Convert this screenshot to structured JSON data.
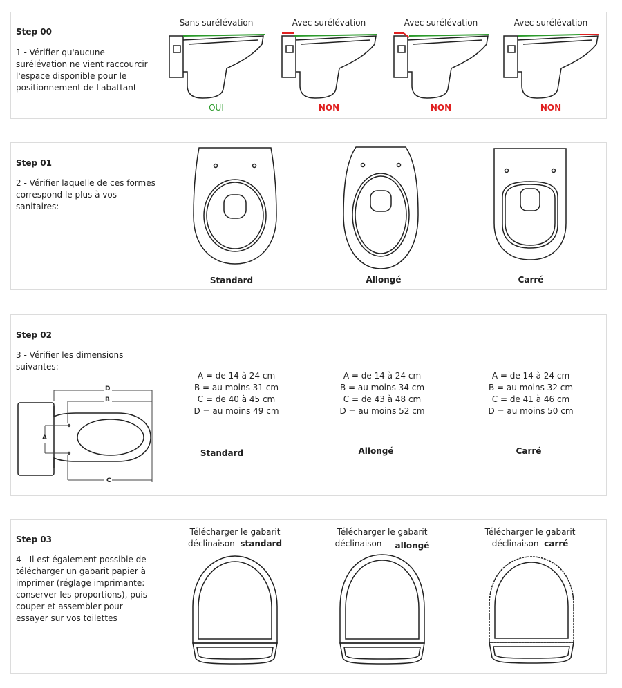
{
  "step00": {
    "title": "Step 00",
    "text": "1 - Vérifier qu'aucune\nsurélévation ne vient raccourcir\nl'espace disponible pour le\npositionnement de l'abattant",
    "options": [
      {
        "label": "Sans surélévation",
        "verdict": "OUI"
      },
      {
        "label": "Avec surélévation",
        "verdict": "NON"
      },
      {
        "label": "Avec surélévation",
        "verdict": "NON"
      },
      {
        "label": "Avec surélévation",
        "verdict": "NON"
      }
    ],
    "colors": {
      "ok": "#2b9a2b",
      "no": "#e02020"
    }
  },
  "step01": {
    "title": "Step 01",
    "text": "2 - Vérifier laquelle de ces formes\ncorrespond le plus à vos\nsanitaires:",
    "shapes": [
      "Standard",
      "Allongé",
      "Carré"
    ]
  },
  "step02": {
    "title": "Step 02",
    "text": "3 - Vérifier les dimensions\nsuivantes:",
    "diagram_labels": {
      "a": "A",
      "b": "B",
      "c": "C",
      "d": "D"
    },
    "columns": [
      {
        "name": "Standard",
        "lines": [
          "A = de 14 à 24 cm",
          "B = au moins 31 cm",
          "C = de 40 à 45 cm",
          "D = au moins 49 cm"
        ]
      },
      {
        "name": "Allongé",
        "lines": [
          "A = de 14 à 24 cm",
          "B = au moins 34 cm",
          "C = de 43 à 48 cm",
          "D = au moins 52 cm"
        ]
      },
      {
        "name": "Carré",
        "lines": [
          "A = de 14 à 24 cm",
          "B = au moins 32 cm",
          "C = de 41 à 46 cm",
          "D = au moins 50 cm"
        ]
      }
    ]
  },
  "step03": {
    "title": "Step 03",
    "text": "4 - Il est également possible de\ntélécharger un gabarit papier à\nimprimer (réglage imprimante:\nconserver les proportions), puis\ncouper et assembler pour\nessayer sur vos toilettes",
    "download_line1": "Télécharger le gabarit",
    "download_line2": "déclinaison",
    "variants": [
      "standard",
      "allongé",
      "carré"
    ]
  }
}
